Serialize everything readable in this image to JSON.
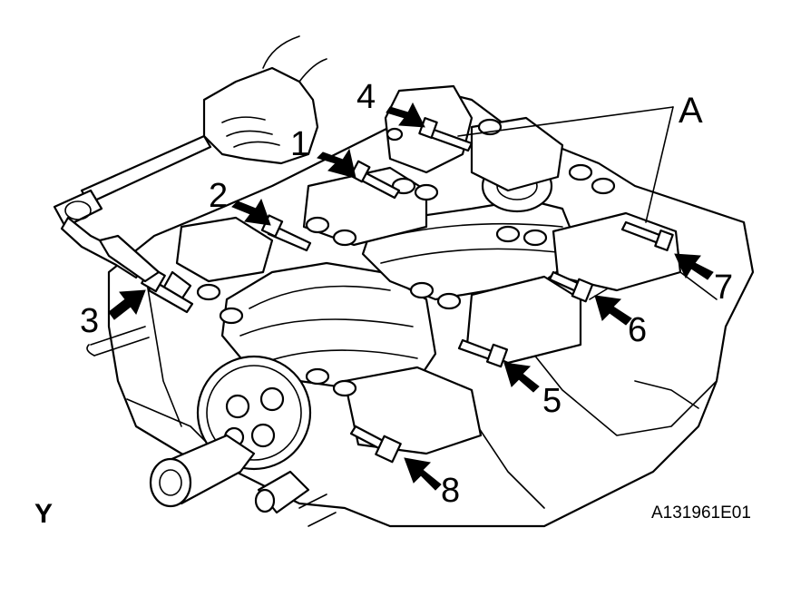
{
  "labels": {
    "bolt_1": "1",
    "bolt_2": "2",
    "bolt_3": "3",
    "bolt_4": "4",
    "bolt_5": "5",
    "bolt_6": "6",
    "bolt_7": "7",
    "bolt_8": "8",
    "callout_a": "A",
    "corner_mark": "Y",
    "figure_code": "A131961E01"
  }
}
